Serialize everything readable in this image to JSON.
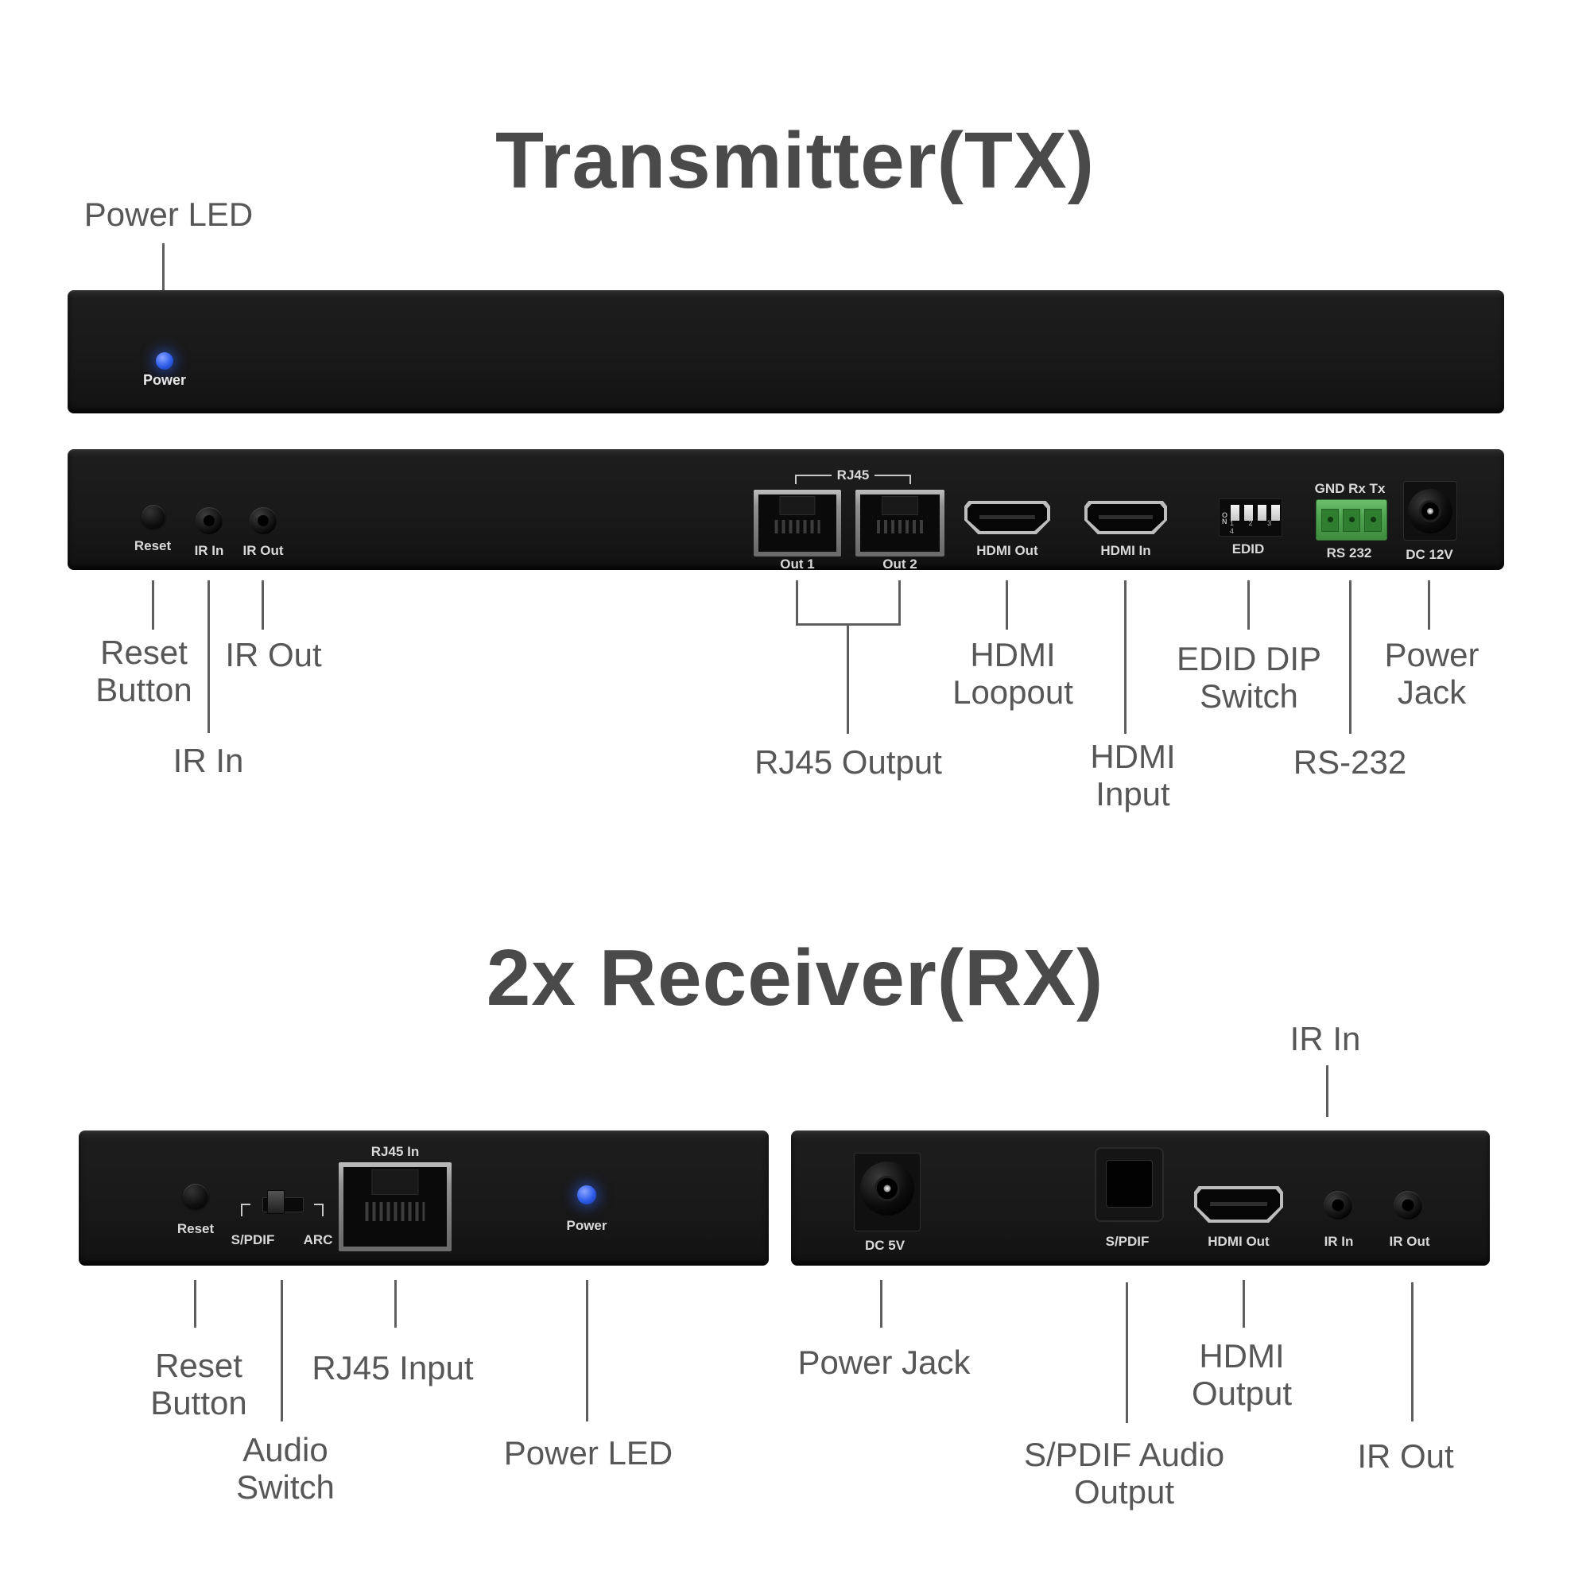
{
  "colors": {
    "background": "#ffffff",
    "title_text": "#4a4a4a",
    "callout_text": "#575757",
    "callout_line": "#5f5f5f",
    "panel_black": "#1b1b1b",
    "panel_label_white": "#e8e8e8",
    "led_blue": "#2e5cea",
    "rs232_green": "#4ea24e",
    "rj45_frame_silver": "#9a9a9a",
    "hdmi_bezel_silver": "#bdbdbd"
  },
  "tx": {
    "title": "Transmitter(TX)",
    "front": {
      "callout_power_led": "Power LED",
      "power": "Power"
    },
    "rear": {
      "reset": "Reset",
      "ir_in": "IR In",
      "ir_out": "IR Out",
      "rj45_group": "RJ45",
      "out1": "Out 1",
      "out2": "Out 2",
      "hdmi_out": "HDMI Out",
      "hdmi_in": "HDMI In",
      "edid": "EDID",
      "dip_on": "ON",
      "dip_nums": "1 2 3 4",
      "rs232_pins": "GND Rx Tx",
      "rs232": "RS 232",
      "dc": "DC 12V"
    },
    "callouts": {
      "reset_l1": "Reset",
      "reset_l2": "Button",
      "ir_out": "IR Out",
      "ir_in": "IR In",
      "rj45": "RJ45 Output",
      "hdmi_loop_l1": "HDMI",
      "hdmi_loop_l2": "Loopout",
      "hdmi_in_l1": "HDMI",
      "hdmi_in_l2": "Input",
      "edid_l1": "EDID DIP",
      "edid_l2": "Switch",
      "rs232": "RS-232",
      "power_l1": "Power",
      "power_l2": "Jack"
    }
  },
  "rx": {
    "title": "2x Receiver(RX)",
    "ir_in_top": "IR In",
    "left": {
      "reset": "Reset",
      "spdif": "S/PDIF",
      "arc": "ARC",
      "rj45_in": "RJ45 In",
      "power": "Power"
    },
    "right": {
      "dc": "DC 5V",
      "spdif": "S/PDIF",
      "hdmi_out": "HDMI Out",
      "ir_in": "IR In",
      "ir_out": "IR Out"
    },
    "callouts": {
      "reset_l1": "Reset",
      "reset_l2": "Button",
      "audio_l1": "Audio",
      "audio_l2": "Switch",
      "rj45": "RJ45 Input",
      "power_led": "Power LED",
      "power_jack": "Power Jack",
      "spdif_l1": "S/PDIF Audio",
      "spdif_l2": "Output",
      "hdmi_l1": "HDMI",
      "hdmi_l2": "Output",
      "ir_out": "IR Out"
    }
  }
}
